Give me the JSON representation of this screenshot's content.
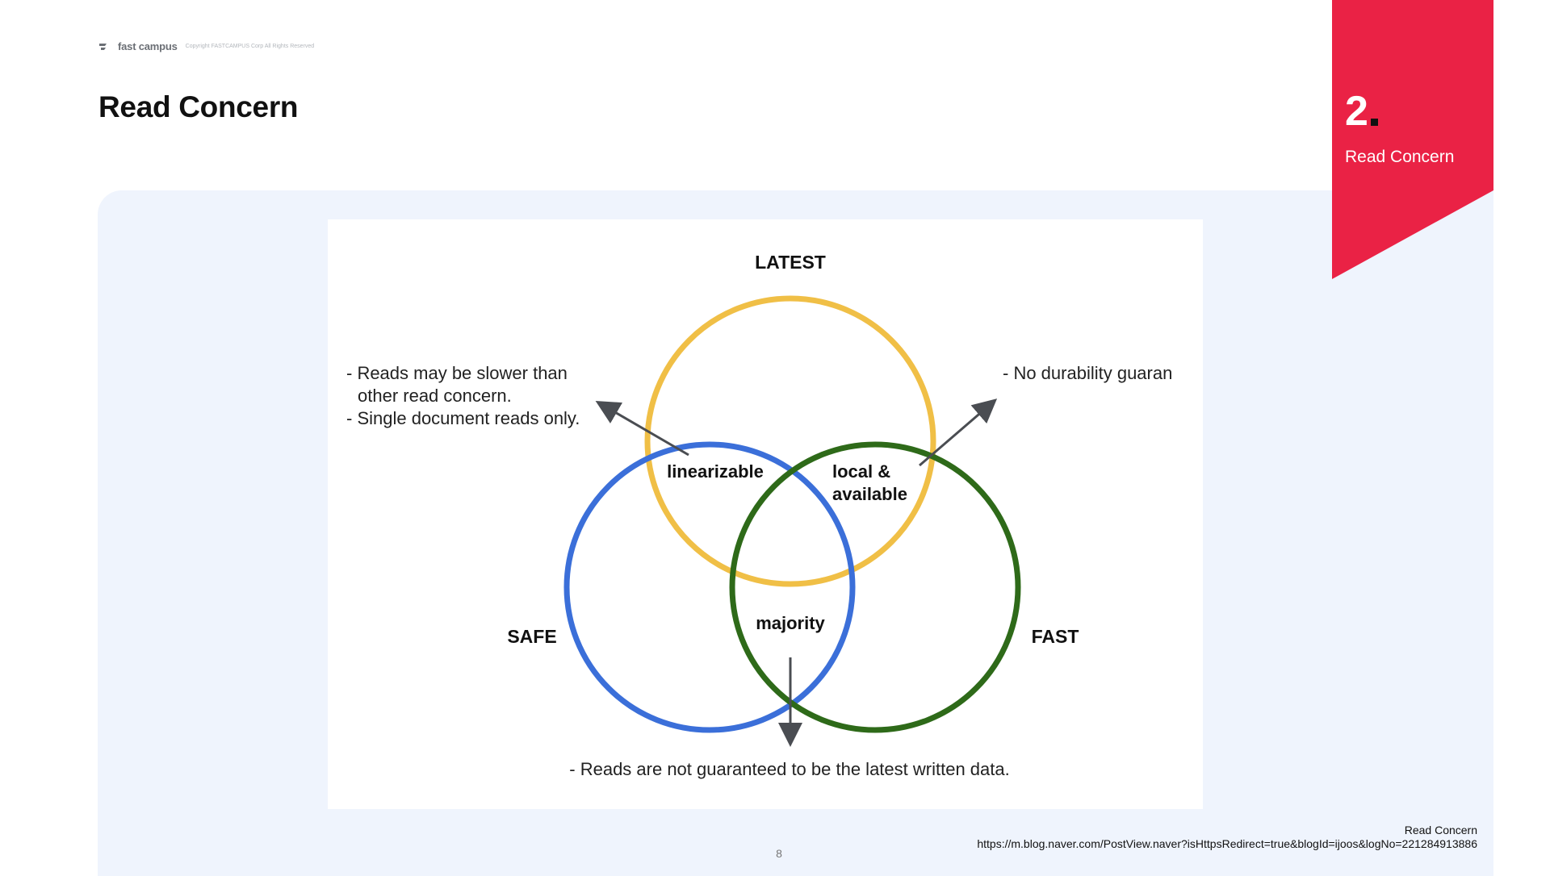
{
  "header": {
    "brand": "fast campus",
    "copyright": "Copyright FASTCAMPUS Corp All Rights Reserved",
    "title": "Read Concern"
  },
  "section_tag": {
    "number": "2",
    "label": "Read Concern",
    "color": "#ea2245"
  },
  "diagram": {
    "circles": [
      {
        "label": "LATEST",
        "color": "#f0bf46"
      },
      {
        "label": "SAFE",
        "color": "#3b6fd9"
      },
      {
        "label": "FAST",
        "color": "#2e6a19"
      }
    ],
    "regions": {
      "latest_safe": "linearizable",
      "latest_fast_line1": "local &",
      "latest_fast_line2": "available",
      "safe_fast": "majority"
    },
    "notes": {
      "linearizable_line1": "- Reads may be slower than",
      "linearizable_line2": "other read concern.",
      "linearizable_line3": "- Single document reads only.",
      "local_available": "- No durability guaran",
      "majority": "- Reads are not guaranteed to be the latest written data."
    }
  },
  "footer": {
    "page_number": "8",
    "source_title": "Read Concern",
    "source_url": "https://m.blog.naver.com/PostView.naver?isHttpsRedirect=true&blogId=ijoos&logNo=221284913886"
  }
}
